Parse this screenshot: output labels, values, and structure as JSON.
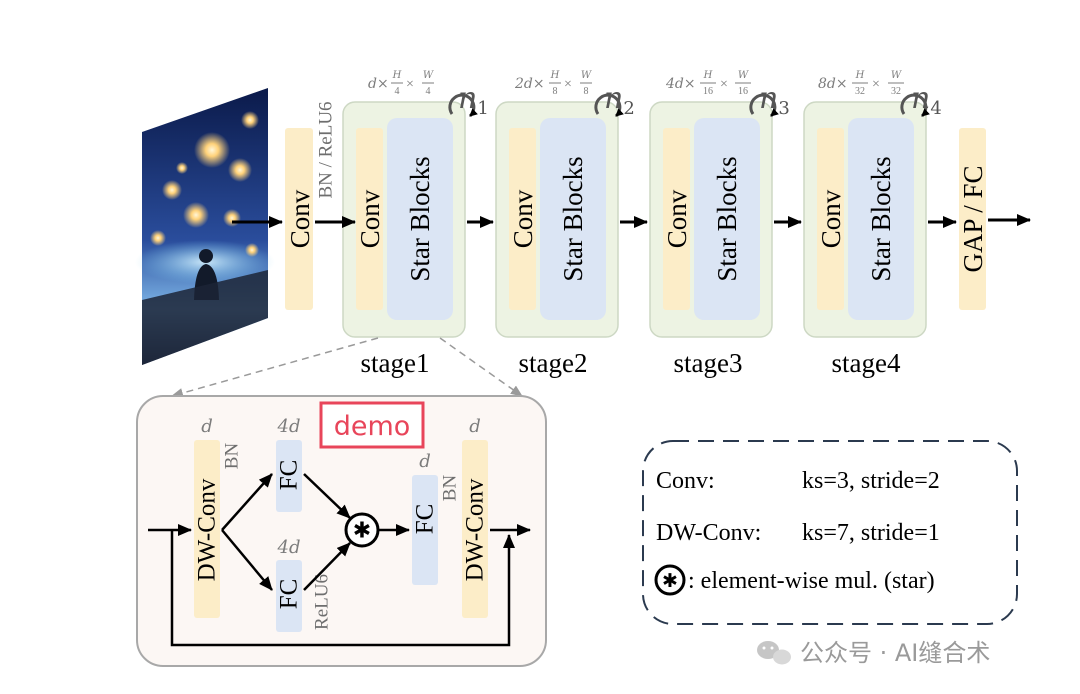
{
  "main": {
    "input_conv": "Conv",
    "input_norm": "BN / ReLU6",
    "head": "GAP / FC",
    "stages": [
      {
        "label": "stage1",
        "conv": "Conv",
        "blocks": "Star Blocks",
        "repeat": "n",
        "repeat_sub": "1",
        "dims": {
          "ch": "d",
          "h_num": "H",
          "h_den": "4",
          "w_num": "W",
          "w_den": "4"
        }
      },
      {
        "label": "stage2",
        "conv": "Conv",
        "blocks": "Star Blocks",
        "repeat": "n",
        "repeat_sub": "2",
        "dims": {
          "ch": "2d",
          "h_num": "H",
          "h_den": "8",
          "w_num": "W",
          "w_den": "8"
        }
      },
      {
        "label": "stage3",
        "conv": "Conv",
        "blocks": "Star Blocks",
        "repeat": "n",
        "repeat_sub": "3",
        "dims": {
          "ch": "4d",
          "h_num": "H",
          "h_den": "16",
          "w_num": "W",
          "w_den": "16"
        }
      },
      {
        "label": "stage4",
        "conv": "Conv",
        "blocks": "Star Blocks",
        "repeat": "n",
        "repeat_sub": "4",
        "dims": {
          "ch": "8d",
          "h_num": "H",
          "h_den": "32",
          "w_num": "W",
          "w_den": "32"
        }
      }
    ],
    "times": "×"
  },
  "block": {
    "demo": "demo",
    "dwconv1": "DW-Conv",
    "dwconv1_dim": "d",
    "dwconv1_norm": "BN",
    "fc_top": "FC",
    "fc_top_dim": "4d",
    "fc_bottom": "FC",
    "fc_bottom_dim": "4d",
    "fc_bottom_act": "ReLU6",
    "star_symbol": "✱",
    "fc_out": "FC",
    "fc_out_dim": "d",
    "fc_out_norm": "BN",
    "dwconv2": "DW-Conv",
    "dwconv2_dim": "d"
  },
  "legend": {
    "conv_key": "Conv:",
    "conv_val": "ks=3, stride=2",
    "dw_key": "DW-Conv:",
    "dw_val": "ks=7, stride=1",
    "star_symbol": "✱",
    "star_text": ":  element-wise mul. (star)"
  },
  "watermark": {
    "text": "公众号 · AI缝合术"
  },
  "colors": {
    "conv_fill": "#fcedc8",
    "blocks_fill": "#dbe5f4",
    "stage_fill": "#edf3e3",
    "fc_fill": "#dbe5f4",
    "demo_red": "#e8455a",
    "legend_border": "#2b3a4f",
    "dim_gray": "#7c7c7c"
  }
}
